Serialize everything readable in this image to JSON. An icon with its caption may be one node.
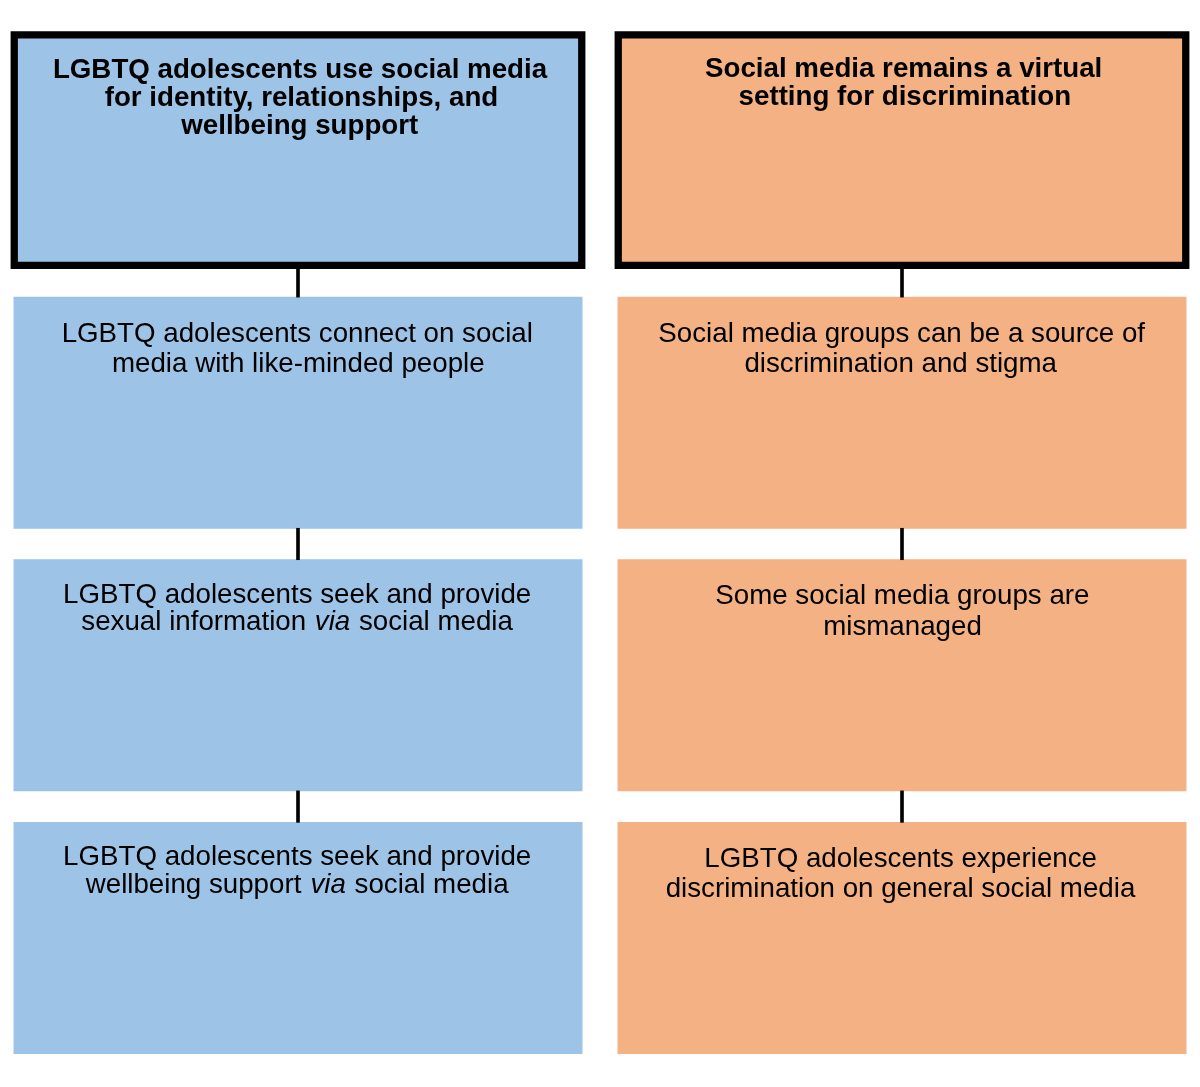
{
  "diagram": {
    "nodes": [
      {
        "text": [
          "LGBTQ adolescents use social media for identity, relationships, and wellbeing support"
        ]
      },
      {
        "text": [
          "LGBTQ adolescents connect on social media with like-minded people"
        ]
      },
      {
        "text": [
          "LGBTQ adolescents seek and provide sexual information *via* social media"
        ]
      },
      {
        "text": [
          "LGBTQ adolescents seek and provide wellbeing support *via* social media"
        ]
      },
      {
        "text": [
          "Social media remains a virtual setting for discrimination"
        ]
      },
      {
        "text": [
          "Social media groups can be a source of discrimination and stigma"
        ]
      },
      {
        "text": [
          "Some social media groups are mismanaged"
        ]
      },
      {
        "text": [
          "LGBTQ adolescents experience discrimination on general social media"
        ]
      }
    ],
    "edges": [
      {
        "from": 0,
        "to": 1,
        "arrow": "none"
      },
      {
        "from": 1,
        "to": 2,
        "arrow": "none"
      },
      {
        "from": 2,
        "to": 3,
        "arrow": "none"
      },
      {
        "from": 4,
        "to": 5,
        "arrow": "none"
      },
      {
        "from": 5,
        "to": 6,
        "arrow": "none"
      },
      {
        "from": 6,
        "to": 7,
        "arrow": "none"
      }
    ]
  }
}
